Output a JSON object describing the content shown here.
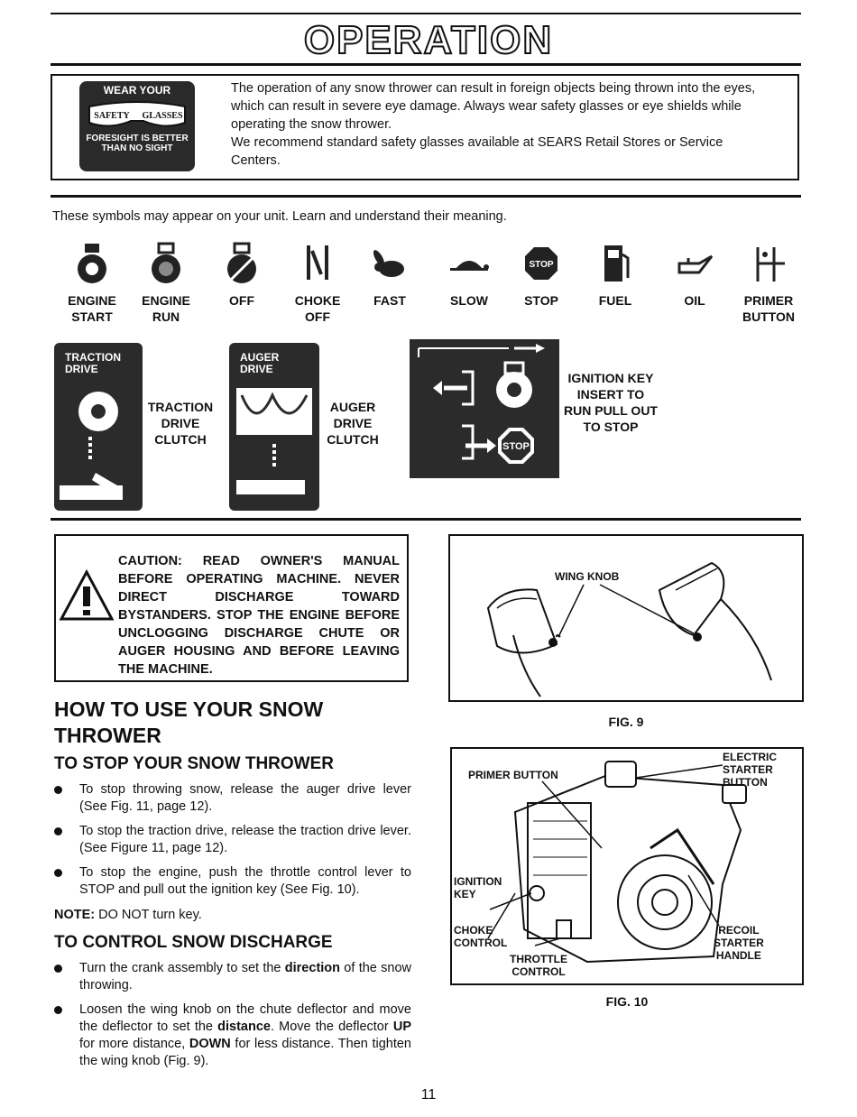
{
  "title": "OPERATION",
  "safety": {
    "logo_top": "WEAR YOUR",
    "logo_left": "SAFETY",
    "logo_right": "GLASSES",
    "logo_bottom": "FORESIGHT IS BETTER THAN NO SIGHT",
    "line1": "The operation of any snow thrower can result in foreign objects being thrown into the eyes, which can result in severe eye damage. Always wear safety glasses or eye shields while operating the snow thrower.",
    "line2": "We recommend standard safety glasses available at SEARS Retail Stores or Service Centers."
  },
  "symbols_intro": "These symbols may appear on your unit. Learn and understand their meaning.",
  "symbols": [
    {
      "label": "ENGINE\nSTART",
      "icon": "engine-start-icon"
    },
    {
      "label": "ENGINE\nRUN",
      "icon": "engine-run-icon"
    },
    {
      "label": "OFF",
      "icon": "engine-off-icon"
    },
    {
      "label": "CHOKE\nOFF",
      "icon": "choke-icon"
    },
    {
      "label": "FAST",
      "icon": "rabbit-icon"
    },
    {
      "label": "SLOW",
      "icon": "turtle-icon"
    },
    {
      "label": "STOP",
      "icon": "stop-sign-icon"
    },
    {
      "label": "FUEL",
      "icon": "fuel-pump-icon"
    },
    {
      "label": "OIL",
      "icon": "oil-can-icon"
    },
    {
      "label": "PRIMER\nBUTTON",
      "icon": "primer-icon"
    }
  ],
  "clutch_panels": {
    "traction_panel": "TRACTION\nDRIVE",
    "traction_label": "TRACTION\nDRIVE\nCLUTCH",
    "auger_panel": "AUGER\nDRIVE",
    "auger_label": "AUGER\nDRIVE\nCLUTCH",
    "ignition_label": "IGNITION KEY\nINSERT TO\nRUN PULL OUT\nTO STOP",
    "stop_text": "STOP"
  },
  "caution": "CAUTION: READ OWNER'S MANUAL BEFORE OPERATING MACHINE. NEVER DIRECT DISCHARGE TOWARD BYSTANDERS. STOP THE ENGINE BEFORE UNCLOGGING DISCHARGE CHUTE OR AUGER HOUSING AND BEFORE LEAVING THE MACHINE.",
  "fig9": {
    "wing_knob": "WING KNOB",
    "caption": "FIG. 9"
  },
  "fig10": {
    "primer": "PRIMER BUTTON",
    "electric": "ELECTRIC\nSTARTER\nBUTTON",
    "ignition": "IGNITION\nKEY",
    "choke": "CHOKE\nCONTROL",
    "throttle": "THROTTLE\nCONTROL",
    "recoil": "RECOIL\nSTARTER\nHANDLE",
    "caption": "FIG. 10"
  },
  "howto_heading": "HOW TO USE YOUR SNOW THROWER",
  "stop_heading": "TO STOP YOUR SNOW THROWER",
  "stop_bullets": [
    "To stop throwing snow, release the auger drive lever (See Fig. 11, page 12).",
    "To stop the traction drive, release the traction drive lever. (See Figure 11, page 12).",
    "To stop the engine, push the throttle control lever to STOP and pull out the ignition key (See Fig. 10)."
  ],
  "note_label": "NOTE:",
  "note_text": " DO NOT turn key.",
  "discharge_heading": "TO CONTROL SNOW DISCHARGE",
  "discharge_b1": {
    "pre": "Turn the crank assembly to set the ",
    "bold": "direction",
    "post": " of the snow throwing."
  },
  "discharge_b2": {
    "p1": "Loosen the wing knob on the chute deflector and move the deflector to set the ",
    "b1": "distance",
    "p2": ". Move the deflector ",
    "b2": "UP",
    "p3": " for more distance, ",
    "b3": "DOWN",
    "p4": " for less distance. Then tighten the wing knob (Fig. 9)."
  },
  "page_number": "11"
}
